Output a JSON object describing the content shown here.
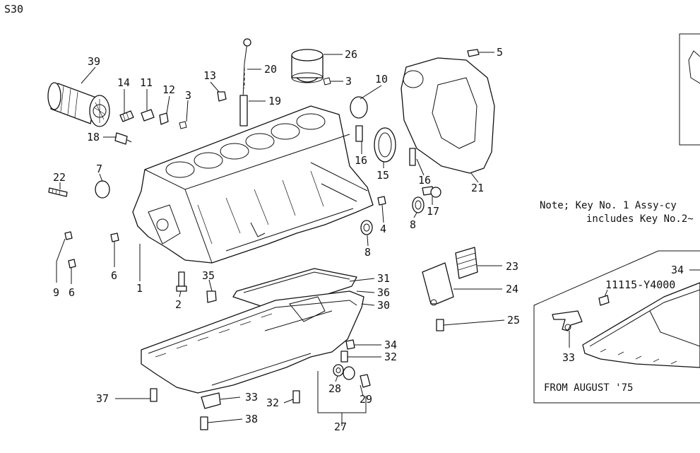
{
  "header": {
    "model_code": "S30"
  },
  "labels": {
    "k39": "39",
    "k14": "14",
    "k11": "11",
    "k12": "12",
    "k3a": "3",
    "k18": "18",
    "k13": "13",
    "k20": "20",
    "k19": "19",
    "k26": "26",
    "k3b": "3",
    "k10": "10",
    "k5": "5",
    "k16a": "16",
    "k15": "15",
    "k16b": "16",
    "k21": "21",
    "k17": "17",
    "k22": "22",
    "k7": "7",
    "k8a": "8",
    "k8b": "8",
    "k4": "4",
    "k9": "9",
    "k6a": "6",
    "k6b": "6",
    "k1": "1",
    "k2": "2",
    "k35": "35",
    "k31": "31",
    "k36": "36",
    "k30": "30",
    "k23": "23",
    "k24": "24",
    "k25": "25",
    "k34": "34",
    "k32a": "32",
    "k28": "28",
    "k29": "29",
    "k37": "37",
    "k33": "33",
    "k32b": "32",
    "k38": "38",
    "k27": "27"
  },
  "note": {
    "line1": "Note; Key No.   1 Assy-cy",
    "line2": "includes Key No.2~"
  },
  "inset": {
    "part_number": "11115-Y4000",
    "key_34": "34",
    "key_33": "33",
    "caption": "FROM AUGUST '75"
  }
}
